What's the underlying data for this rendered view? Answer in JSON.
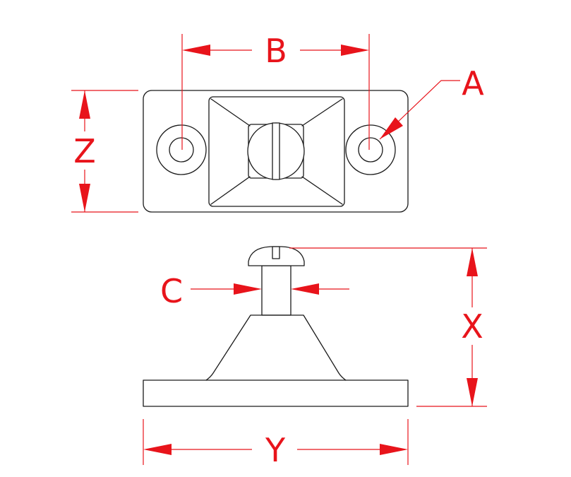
{
  "figure": {
    "colors": {
      "dimension": "#e8141b",
      "outline": "#1a1a1a",
      "background": "#ffffff"
    },
    "dimension_labels": {
      "A": "A",
      "B": "B",
      "C": "C",
      "X": "X",
      "Y": "Y",
      "Z": "Z"
    }
  }
}
